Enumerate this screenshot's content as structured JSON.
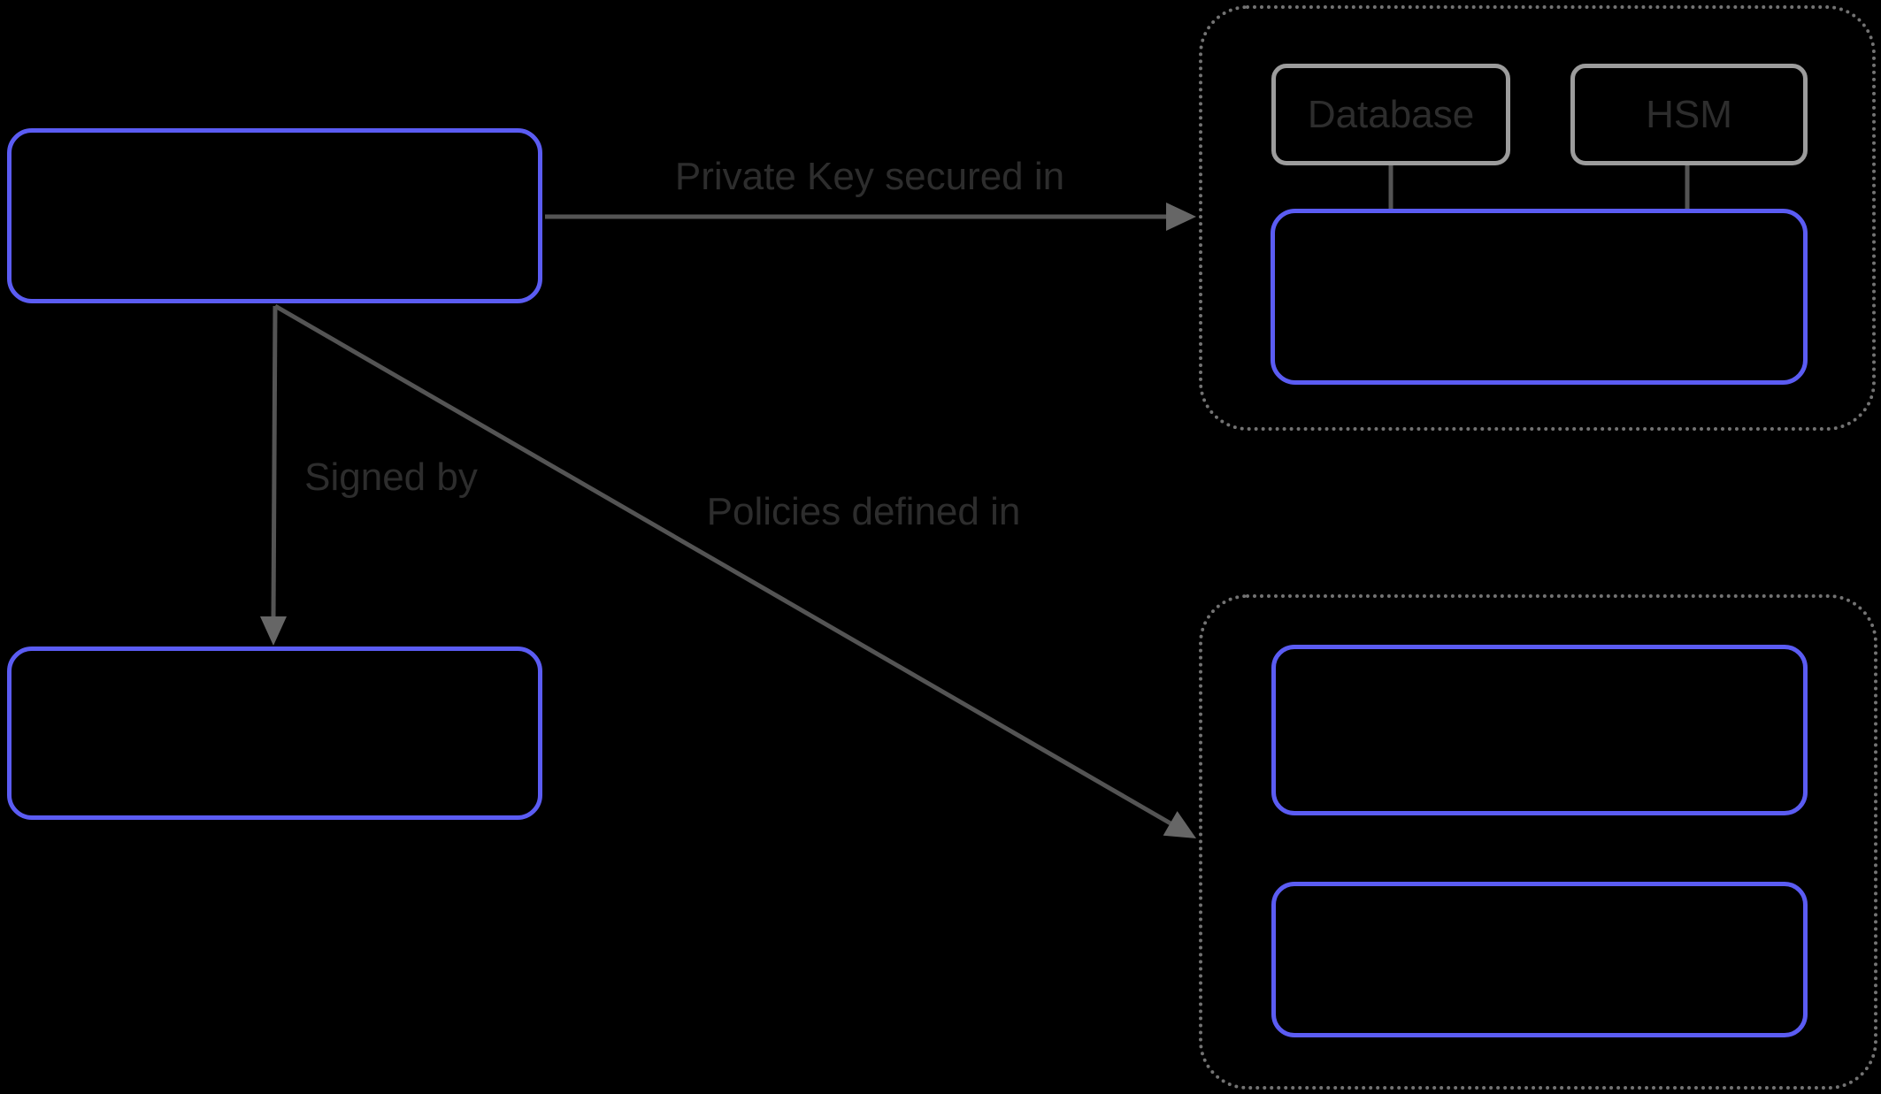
{
  "colors": {
    "background": "#000000",
    "accent_blue": "#5b5cf3",
    "box_gray": "#9c9c9c",
    "dotted_gray": "#737373",
    "line_gray": "#545454",
    "arrowhead_gray": "#666666",
    "label_text": "#2d2d2d"
  },
  "nodes": {
    "database": {
      "label": "Database"
    },
    "hsm": {
      "label": "HSM"
    }
  },
  "edges": {
    "private_key": {
      "label": "Private Key secured in"
    },
    "signed_by": {
      "label": "Signed by"
    },
    "policies": {
      "label": "Policies defined in"
    }
  }
}
